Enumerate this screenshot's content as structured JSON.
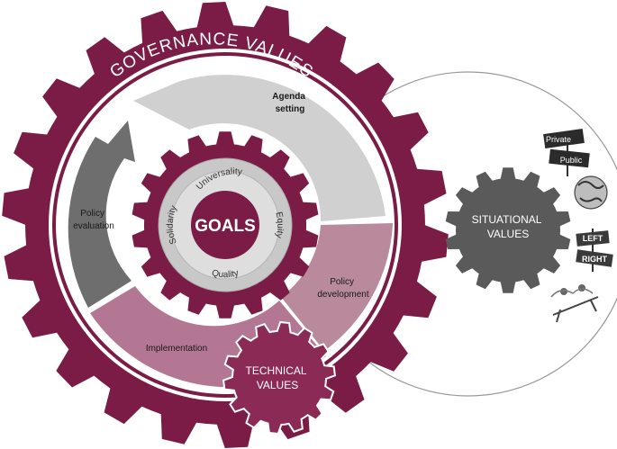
{
  "outer_gear": {
    "title": "GOVERNANCE VALUES",
    "color": "#7b1c47"
  },
  "cycle": {
    "agenda": [
      "Agenda",
      "setting"
    ],
    "development": [
      "Policy",
      "development"
    ],
    "implementation": "Implementation",
    "evaluation": [
      "Policy",
      "evaluation"
    ]
  },
  "inner_gear": {
    "center": "GOALS",
    "ring": [
      "Universality",
      "Equity",
      "Quality",
      "Solidarity"
    ],
    "color": "#7b1c47"
  },
  "technical": {
    "label": [
      "TECHNICAL",
      "VALUES"
    ],
    "color": "#8a2a55"
  },
  "situational": {
    "label": [
      "SITUATIONAL",
      "VALUES"
    ],
    "color": "#5a5a5a"
  },
  "situational_icons": {
    "private": "Private",
    "public": "Public",
    "left": "LEFT",
    "right": "RIGHT"
  }
}
